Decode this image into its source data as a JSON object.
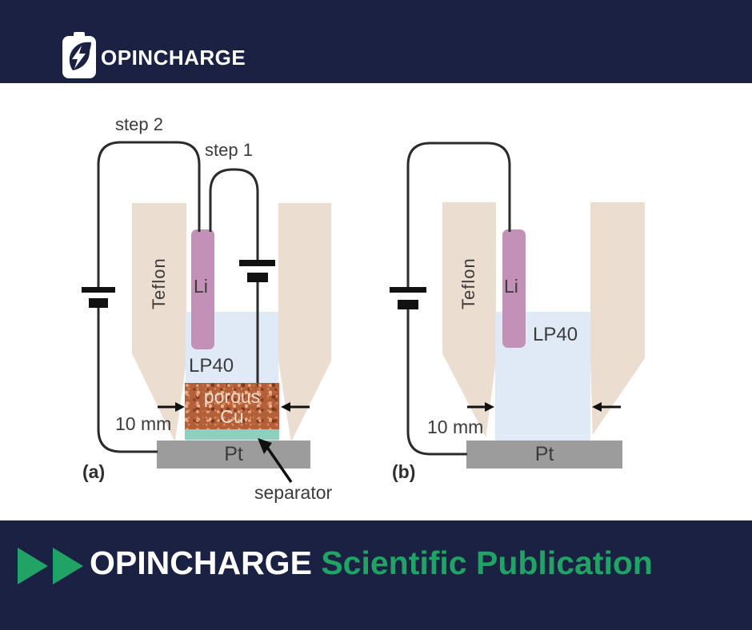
{
  "colors": {
    "navy": "#1b2143",
    "green": "#21a366",
    "teflon": "#ecddd1",
    "electrolyte": "#e0eaf7",
    "lithium": "#c391b7",
    "copper": "#b35f3a",
    "separator": "#90cfbe",
    "platinum": "#9c9c9c",
    "wire": "#2b2b2b"
  },
  "header": {
    "brand": "OPINCHARGE"
  },
  "footer": {
    "brand": "OPINCHARGE",
    "subtitle": "Scientific Publication"
  },
  "diagram": {
    "cell_a": {
      "panel_label": "(a)",
      "step2_label": "step 2",
      "step1_label": "step 1",
      "teflon_label": "Teflon",
      "li_label": "Li",
      "electrolyte_label": "LP40",
      "porous_line1": "porous",
      "porous_line2": "Cu",
      "gap_label": "10 mm",
      "pt_label": "Pt",
      "separator_label": "separator"
    },
    "cell_b": {
      "panel_label": "(b)",
      "teflon_label": "Teflon",
      "li_label": "Li",
      "electrolyte_label": "LP40",
      "gap_label": "10 mm",
      "pt_label": "Pt"
    }
  }
}
